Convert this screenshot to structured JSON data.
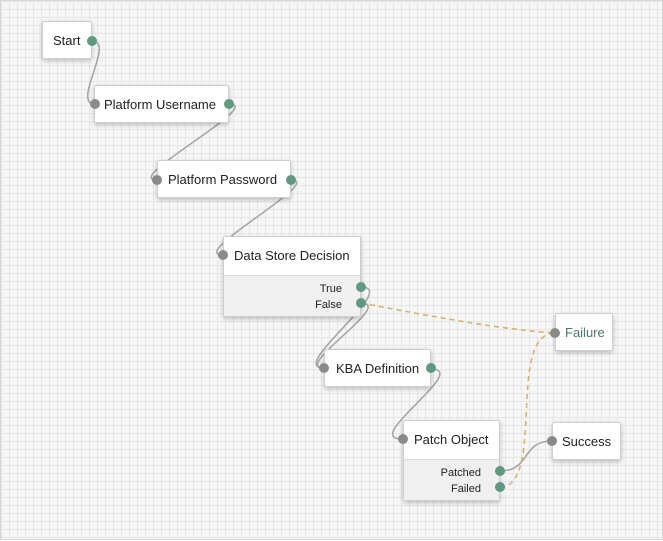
{
  "canvas": {
    "grid_color": "#e6e6e6",
    "background": "#f6f6f6"
  },
  "colors": {
    "input_port": "#8a8a8a",
    "output_port": "#5f9a80",
    "connector": "#a6a6a6",
    "failure_connector": "#d7b26a",
    "failure_text": "#4a7a66"
  },
  "nodes": {
    "start": {
      "label": "Start"
    },
    "platform_username": {
      "label": "Platform Username"
    },
    "platform_password": {
      "label": "Platform Password"
    },
    "data_store_decision": {
      "label": "Data Store Decision",
      "outcomes": [
        "True",
        "False"
      ]
    },
    "kba_definition": {
      "label": "KBA Definition"
    },
    "patch_object": {
      "label": "Patch Object",
      "outcomes": [
        "Patched",
        "Failed"
      ]
    },
    "failure": {
      "label": "Failure"
    },
    "success": {
      "label": "Success"
    }
  }
}
